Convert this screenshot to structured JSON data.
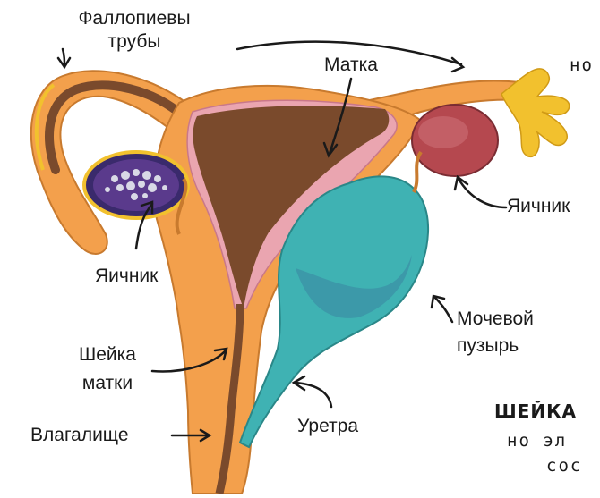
{
  "labels": {
    "fallopian_tubes": "Фаллопиевы трубы",
    "fallopian_line1": "Фаллопиевы",
    "fallopian_line2": "трубы",
    "uterus": "Матка",
    "ovary_left": "Яичник",
    "ovary_right": "Яичник",
    "bladder_line1": "Мочевой",
    "bladder_line2": "пузырь",
    "cervix_line1": "Шейка",
    "cervix_line2": "матки",
    "vagina": "Влагалище",
    "urethra": "Уретра"
  },
  "edge_text": {
    "top_fragment": "но",
    "heading_fragment": "ШЕЙКА",
    "line2_fragment": "но   эл",
    "line3_fragment": "сос"
  },
  "colors": {
    "uterus_outer": "#f3a04c",
    "uterus_inner": "#7a4a2c",
    "endometrium": "#eaa5b0",
    "bladder": "#3fb2b3",
    "ovary_left": "#5a3a8c",
    "ovary_right": "#b5484f",
    "fimbria": "#f2c12e",
    "ink": "#1a1a1a"
  }
}
